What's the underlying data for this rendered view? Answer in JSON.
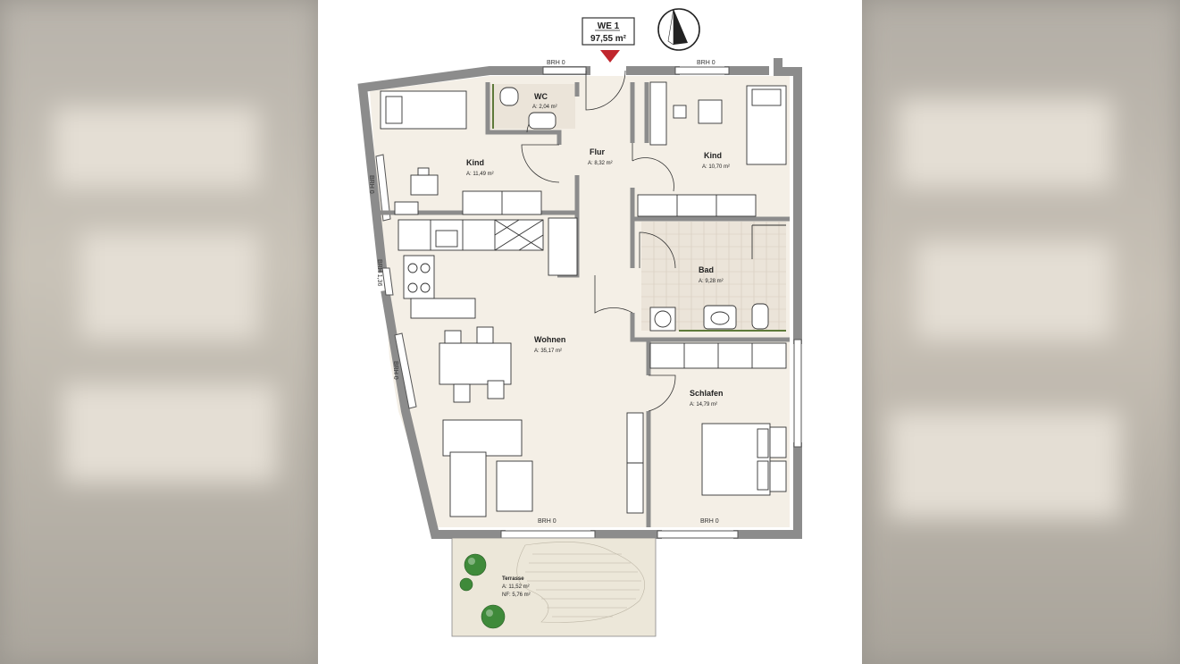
{
  "unit": {
    "name": "WE 1",
    "area": "97,55 m²"
  },
  "rooms": [
    {
      "name": "WC",
      "area": "A: 2,04 m²"
    },
    {
      "name": "Kind",
      "area": "A: 11,49 m²"
    },
    {
      "name": "Flur",
      "area": "A: 8,32 m²"
    },
    {
      "name": "Kind",
      "area": "A: 10,70 m²"
    },
    {
      "name": "Bad",
      "area": "A: 9,28 m²"
    },
    {
      "name": "Wohnen",
      "area": "A: 35,17 m²"
    },
    {
      "name": "Schlafen",
      "area": "A: 14,79 m²"
    }
  ],
  "terrace": {
    "name": "Terrasse",
    "area": "A: 11,52 m²",
    "nf": "NF: 5,76 m²"
  },
  "brh": [
    "BRH 0",
    "BRH 0",
    "BRH 0",
    "BRH 1,36",
    "BRH 0",
    "BRH 0",
    "BRH 0"
  ],
  "colors": {
    "wall": "#8f8f8f",
    "floor": "#f4efe6",
    "tile": "#ece6dc",
    "marker": "#c0262d",
    "terrace": "#ece7d9",
    "tree": "#3f8a3a"
  }
}
